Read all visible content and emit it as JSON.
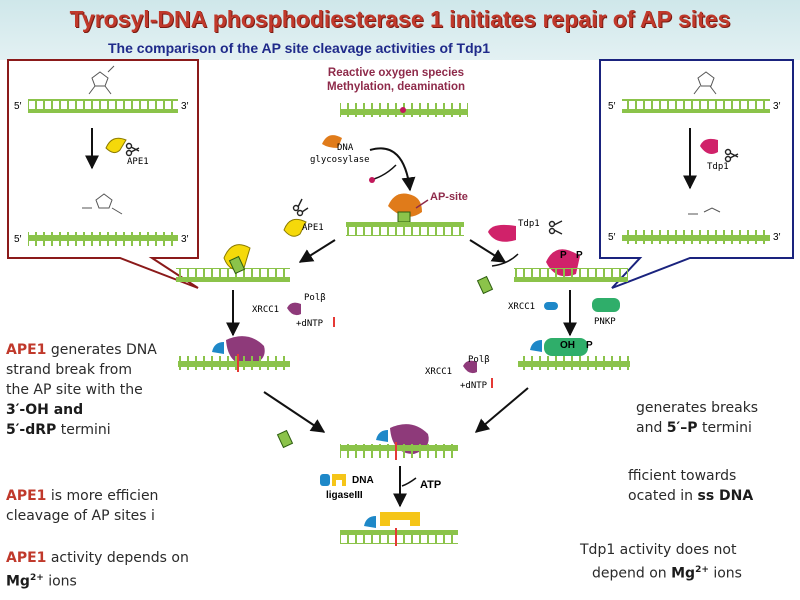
{
  "title": "Tyrosyl-DNA phosphodiesterase 1 initiates repair of AP sites",
  "subtitle": "The comparison of  the AP site cleavage activities of Tdp1",
  "top_center": {
    "line1": "Reactive oxygen species",
    "line2": "Methylation, deamination"
  },
  "labels": {
    "dna": "DNA",
    "glycosylase": "glycosylase",
    "ap_site": "AP-site",
    "ape1": "APE1",
    "tdp1": "Tdp1",
    "xrcc1": "XRCC1",
    "polb": "Polβ",
    "dntp": "+dNTP",
    "pnkp": "PNKP",
    "oh": "OH",
    "p": "P",
    "dna_ligase": "DNA",
    "ligase_iii": "ligaseIII",
    "atp": "ATP",
    "five_prime": "5′",
    "three_prime": "3′",
    "oh_small": "OH"
  },
  "left_notes": {
    "n1_a": "APE1",
    "n1_b": " generates DNA",
    "n1_c": "strand break from",
    "n1_d": "the AP site with the",
    "n1_e": "3′-OH and",
    "n1_f": "5′-dRP",
    "n1_g": " termini",
    "n2_a": "APE1",
    "n2_b": " is more efficien",
    "n2_c": "cleavage of AP sites i",
    "n3_a": "APE1",
    "n3_b": " activity depends on",
    "n3_c": "Mg",
    "n3_d": "2+",
    "n3_e": " ions"
  },
  "right_notes": {
    "r1_a": "generates breaks",
    "r1_b": "and ",
    "r1_c": "5′–P",
    "r1_d": " termini",
    "r2_a": "fficient  towards",
    "r2_b": "ocated in ",
    "r2_c": "ss DNA",
    "r3_a": "Tdp1 activity  does not",
    "r3_b": "depend on ",
    "r3_c": "Mg",
    "r3_d": "2+",
    "r3_e": " ions"
  },
  "colors": {
    "title_red": "#c0392b",
    "subtitle_blue": "#1f2a8a",
    "dna_green": "#8bc34a",
    "ape1_yellow": "#f5d90a",
    "tdp1_magenta": "#d0226a",
    "glycosylase_orange": "#e07b1a",
    "xrcc1_blue": "#1e88c8",
    "polb_purple": "#8e3a7a",
    "pnkp_green": "#2fae6a",
    "left_frame": "#8b1a1a",
    "right_frame": "#1a237e"
  },
  "icons": [
    "scissors-icon",
    "ape1-enzyme-icon",
    "tdp1-enzyme-icon",
    "glycosylase-icon",
    "sugar-phosphate-structure-icon"
  ]
}
